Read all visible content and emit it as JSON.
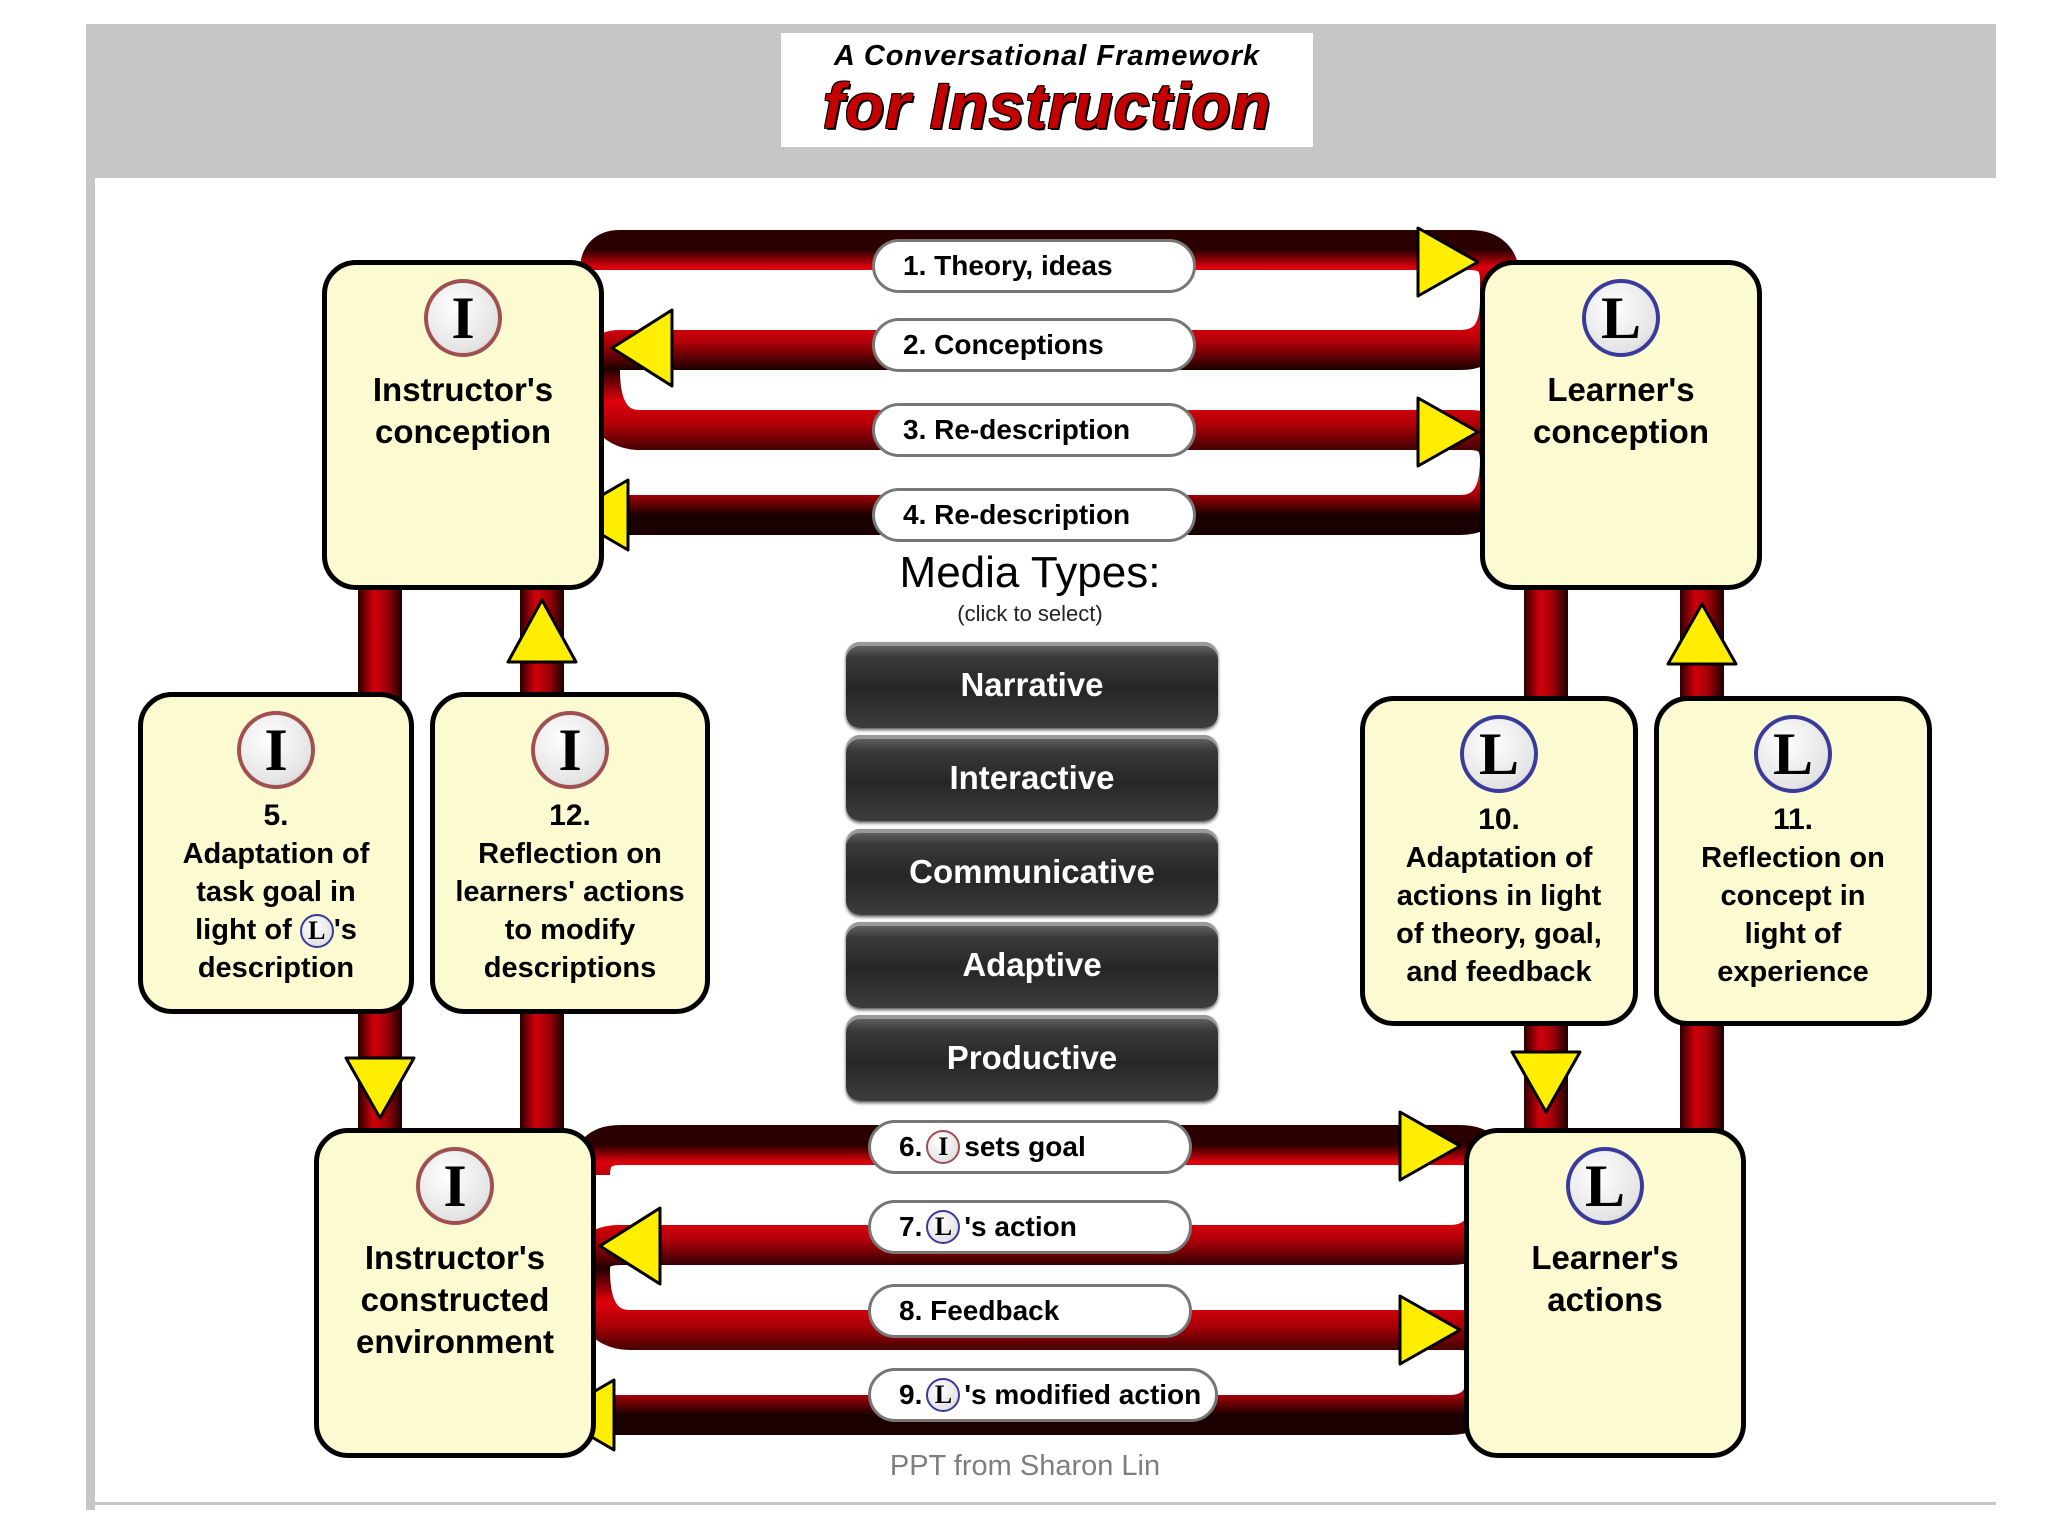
{
  "title": {
    "subtitle": "A Conversational Framework",
    "main": "for Instruction"
  },
  "boxes": {
    "instructor_conception": {
      "badge": "I",
      "label_line1": "Instructor's",
      "label_line2": "conception"
    },
    "learner_conception": {
      "badge": "L",
      "label_line1": "Learner's",
      "label_line2": "conception"
    },
    "instructor_environment": {
      "badge": "I",
      "label_line1": "Instructor's",
      "label_line2": "constructed",
      "label_line3": "environment"
    },
    "learner_actions": {
      "badge": "L",
      "label_line1": "Learner's",
      "label_line2": "actions"
    },
    "step5": {
      "badge": "I",
      "number": "5.",
      "line1": "Adaptation of",
      "line2": "task goal in",
      "line3_pre": "light of",
      "line3_badge": "L",
      "line3_post": "'s",
      "line4": "description"
    },
    "step12": {
      "badge": "I",
      "number": "12.",
      "line1": "Reflection on",
      "line2": "learners' actions",
      "line3": "to modify",
      "line4": "descriptions"
    },
    "step10": {
      "badge": "L",
      "number": "10.",
      "line1": "Adaptation of",
      "line2": "actions in light",
      "line3": "of theory, goal,",
      "line4": "and feedback"
    },
    "step11": {
      "badge": "L",
      "number": "11.",
      "line1": "Reflection on",
      "line2": "concept in",
      "line3": "light of",
      "line4": "experience"
    }
  },
  "flows": {
    "f1": {
      "text": "1. Theory, ideas"
    },
    "f2": {
      "text": "2. Conceptions"
    },
    "f3": {
      "text": "3. Re-description"
    },
    "f4": {
      "text": "4. Re-description"
    },
    "f6": {
      "num": "6.",
      "badge": "I",
      "text": "sets goal"
    },
    "f7": {
      "num": "7.",
      "badge": "L",
      "text": "'s action"
    },
    "f8": {
      "text": "8. Feedback"
    },
    "f9": {
      "num": "9.",
      "badge": "L",
      "text": "'s modified action"
    }
  },
  "media": {
    "title": "Media Types:",
    "subtitle": "(click to select)",
    "buttons": [
      "Narrative",
      "Interactive",
      "Communicative",
      "Adaptive",
      "Productive"
    ]
  },
  "credit": "PPT from Sharon Lin",
  "colors": {
    "flow_red": "#c8000a",
    "flow_dark": "#1a0000",
    "box_fill": "#fcfad0",
    "arrow_yellow": "#ffee00",
    "title_red": "#c40000"
  }
}
